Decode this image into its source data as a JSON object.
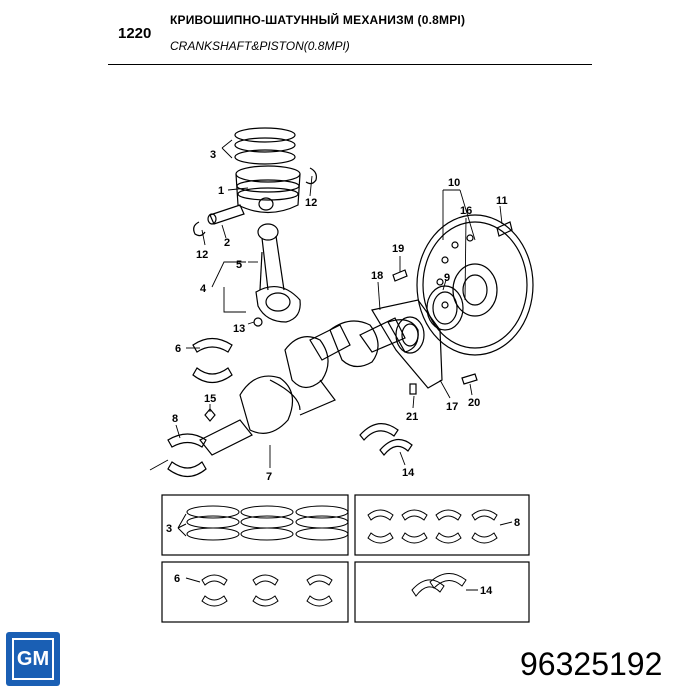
{
  "header": {
    "code": "1220",
    "title": "КРИВОШИПНО-ШАТУННЫЙ МЕХАНИЗМ (0.8MPI)",
    "subtitle": "CRANKSHAFT&PISTON(0.8MPI)"
  },
  "callouts": {
    "c1": "1",
    "c2": "2",
    "c3": "3",
    "c4": "4",
    "c5": "5",
    "c6": "6",
    "c7": "7",
    "c8": "8",
    "c9": "9",
    "c10": "10",
    "c11": "11",
    "c12a": "12",
    "c12b": "12",
    "c13": "13",
    "c14": "14",
    "c15": "15",
    "c16": "16",
    "c17": "17",
    "c18": "18",
    "c19": "19",
    "c20": "20",
    "c21": "21",
    "box_rings": "3",
    "box_bearings": "8",
    "box_conrod_bearings": "6",
    "box_thrust": "14"
  },
  "footer": {
    "logo_text": "GM",
    "part_number": "96325192"
  }
}
